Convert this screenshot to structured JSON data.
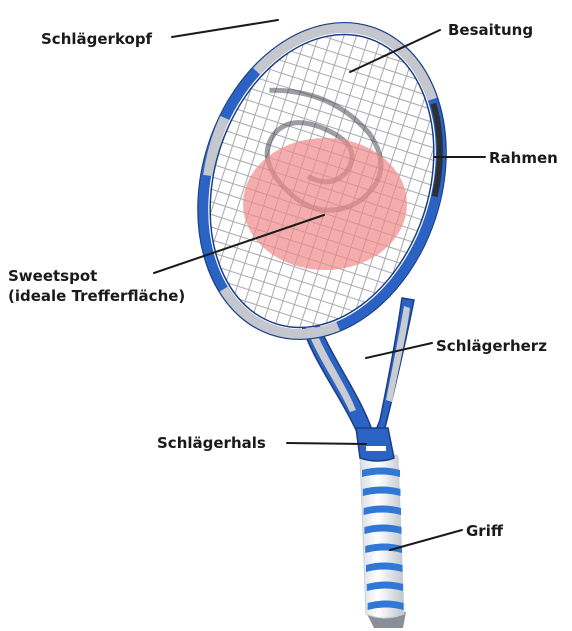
{
  "labels": {
    "head": "Schlägerkopf",
    "strings": "Besaitung",
    "frame": "Rahmen",
    "sweetspot_line1": "Sweetspot",
    "sweetspot_line2": "(ideale Trefferfläche)",
    "heart": "Schlägerherz",
    "throat": "Schlägerhals",
    "grip": "Griff"
  },
  "colors": {
    "frame_blue": "#2a63c4",
    "frame_silver": "#b9bcc2",
    "sweetspot": "#f08c8c",
    "grip_stripe": "#2f78d6",
    "leader_line": "#1a1a1a"
  }
}
